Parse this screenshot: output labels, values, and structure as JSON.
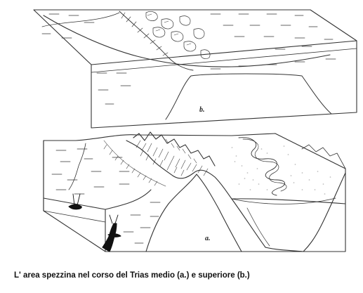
{
  "diagram": {
    "label_b": "b.",
    "label_a": "a."
  },
  "caption": "L' area spezzina nel corso del Trias medio (a.) e superiore (b.)"
}
